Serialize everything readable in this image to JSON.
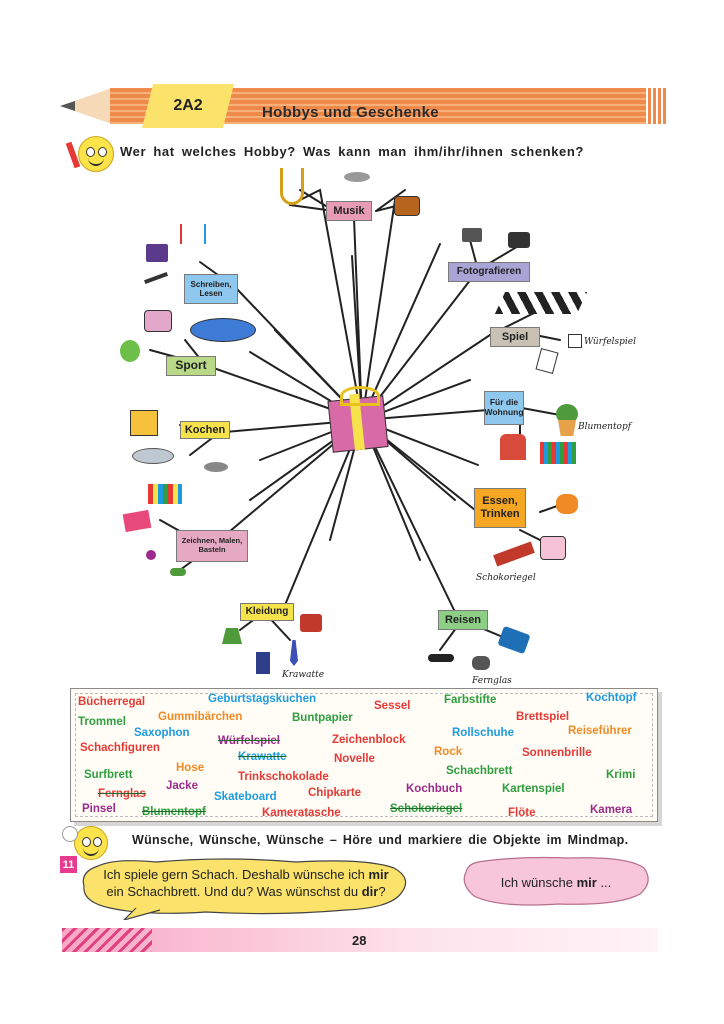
{
  "header": {
    "unit": "2A2",
    "title": "Hobbys und Geschenke"
  },
  "question": "Wer hat welches Hobby? Was kann man ihm/ihr/ihnen schenken?",
  "mindmap": {
    "nodes": [
      {
        "id": "musik",
        "label": "Musik",
        "color": "#e89bb4"
      },
      {
        "id": "fotografieren",
        "label": "Fotografieren",
        "color": "#a9a4d6"
      },
      {
        "id": "spiel",
        "label": "Spiel",
        "color": "#c9c2b4"
      },
      {
        "id": "wohnung",
        "label": "Für die Wohnung",
        "color": "#8fc8ef"
      },
      {
        "id": "essen",
        "label": "Essen, Trinken",
        "color": "#f5a623"
      },
      {
        "id": "reisen",
        "label": "Reisen",
        "color": "#8ecf86"
      },
      {
        "id": "kleidung",
        "label": "Kleidung",
        "color": "#f6e24b"
      },
      {
        "id": "zeichnen",
        "label": "Zeichnen, Malen, Basteln",
        "color": "#e6a9c4"
      },
      {
        "id": "kochen",
        "label": "Kochen",
        "color": "#f6e24b"
      },
      {
        "id": "sport",
        "label": "Sport",
        "color": "#b9d987"
      },
      {
        "id": "schreiben",
        "label": "Schreiben, Lesen",
        "color": "#8fc8ef"
      }
    ],
    "captions": {
      "wuerfelspiel": "Würfelspiel",
      "blumentopf": "Blumentopf",
      "schokoriegel": "Schokoriegel",
      "fernglas": "Fernglas",
      "krawatte": "Krawatte"
    }
  },
  "words": [
    {
      "text": "Bücherregal",
      "color": "#e53935"
    },
    {
      "text": "Geburtstagskuchen",
      "color": "#1e9be0"
    },
    {
      "text": "Sessel",
      "color": "#e53935"
    },
    {
      "text": "Farbstifte",
      "color": "#2e9e3e"
    },
    {
      "text": "Kochtopf",
      "color": "#1e9be0"
    },
    {
      "text": "Trommel",
      "color": "#2e9e3e"
    },
    {
      "text": "Gummibärchen",
      "color": "#f08a24"
    },
    {
      "text": "Buntpapier",
      "color": "#2e9e3e"
    },
    {
      "text": "Brettspiel",
      "color": "#e53935"
    },
    {
      "text": "Saxophon",
      "color": "#1e9be0"
    },
    {
      "text": "Rollschuhe",
      "color": "#1e9be0"
    },
    {
      "text": "Reiseführer",
      "color": "#f08a24"
    },
    {
      "text": "Schachfiguren",
      "color": "#e53935"
    },
    {
      "text": "Würfelspiel",
      "color": "#9c2a8c"
    },
    {
      "text": "Zeichenblock",
      "color": "#e53935"
    },
    {
      "text": "Krawatte",
      "color": "#1e9be0"
    },
    {
      "text": "Rock",
      "color": "#f08a24"
    },
    {
      "text": "Sonnenbrille",
      "color": "#e53935"
    },
    {
      "text": "Novelle",
      "color": "#e53935"
    },
    {
      "text": "Surfbrett",
      "color": "#2e9e3e"
    },
    {
      "text": "Hose",
      "color": "#f08a24"
    },
    {
      "text": "Schachbrett",
      "color": "#2e9e3e"
    },
    {
      "text": "Krimi",
      "color": "#2e9e3e"
    },
    {
      "text": "Trinkschokolade",
      "color": "#e53935"
    },
    {
      "text": "Jacke",
      "color": "#9c2a8c"
    },
    {
      "text": "Kochbuch",
      "color": "#9c2a8c"
    },
    {
      "text": "Kartenspiel",
      "color": "#2e9e3e"
    },
    {
      "text": "Fernglas",
      "color": "#e53935"
    },
    {
      "text": "Chipkarte",
      "color": "#e53935"
    },
    {
      "text": "Skateboard",
      "color": "#1e9be0"
    },
    {
      "text": "Pinsel",
      "color": "#9c2a8c"
    },
    {
      "text": "Blumentopf",
      "color": "#2e9e3e"
    },
    {
      "text": "Kameratasche",
      "color": "#e53935"
    },
    {
      "text": "Schokoriegel",
      "color": "#2e9e3e"
    },
    {
      "text": "Flöte",
      "color": "#e53935"
    },
    {
      "text": "Kamera",
      "color": "#9c2a8c"
    }
  ],
  "instruction": "Wünsche, Wünsche, Wünsche – Höre und markiere die Objekte im Mindmap.",
  "exercise_number": "11",
  "bubble1": {
    "line1_a": "Ich spiele gern Schach. Deshalb wünsche ich ",
    "line1_b": "mir",
    "line2_a": "ein Schachbrett. Und du? Was wünschst du ",
    "line2_b": "dir",
    "line2_c": "?"
  },
  "bubble2": {
    "text_a": "Ich wünsche ",
    "text_b": "mir",
    "text_c": " ..."
  },
  "page_number": "28"
}
